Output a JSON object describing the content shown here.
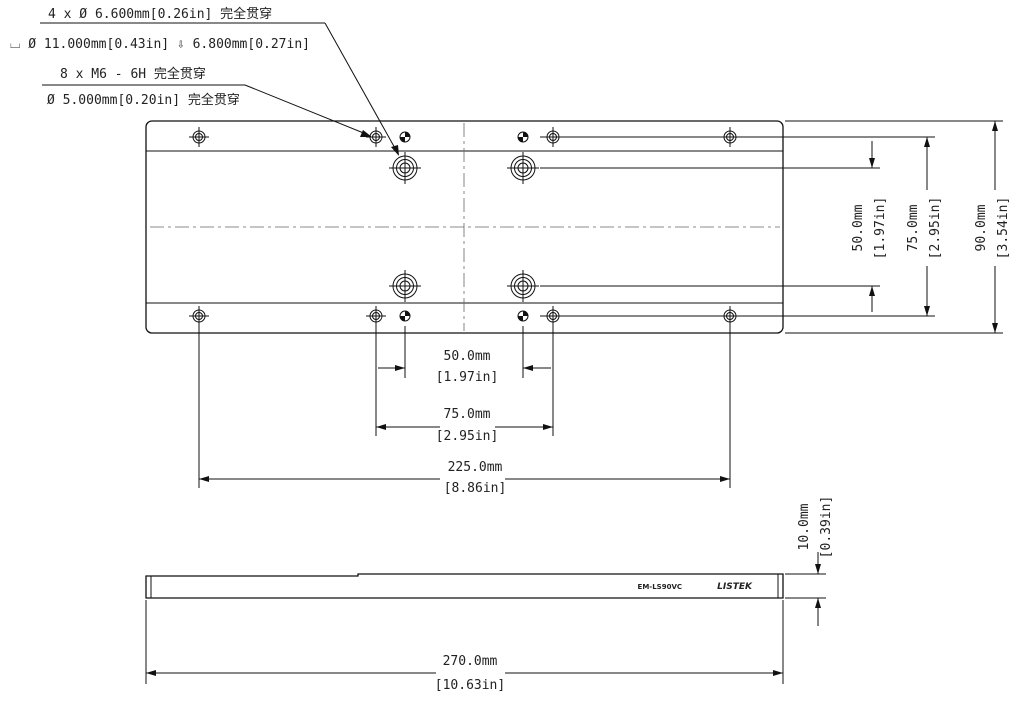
{
  "callouts": {
    "clearance_line1": "4 x  Ø 6.600mm[0.26in] 完全贯穿",
    "counterbore_line2": "⌴  Ø 11.000mm[0.43in]  ⇩ 6.800mm[0.27in]",
    "tapped_line1": "8 x  M6 - 6H 完全贯穿",
    "tapped_line2": "Ø 5.000mm[0.20in] 完全贯穿"
  },
  "dimensions": {
    "h_50": {
      "mm": "50.0mm",
      "in": "[1.97in]"
    },
    "h_75": {
      "mm": "75.0mm",
      "in": "[2.95in]"
    },
    "h_225": {
      "mm": "225.0mm",
      "in": "[8.86in]"
    },
    "h_270": {
      "mm": "270.0mm",
      "in": "[10.63in]"
    },
    "v_50": {
      "mm": "50.0mm",
      "in": "[1.97in]"
    },
    "v_75": {
      "mm": "75.0mm",
      "in": "[2.95in]"
    },
    "v_90": {
      "mm": "90.0mm",
      "in": "[3.54in]"
    },
    "v_10": {
      "mm": "10.0mm",
      "in": "[0.39in]"
    }
  },
  "side_view": {
    "logo_text": "LISTEK",
    "model_text": "EM-LS90VC"
  }
}
